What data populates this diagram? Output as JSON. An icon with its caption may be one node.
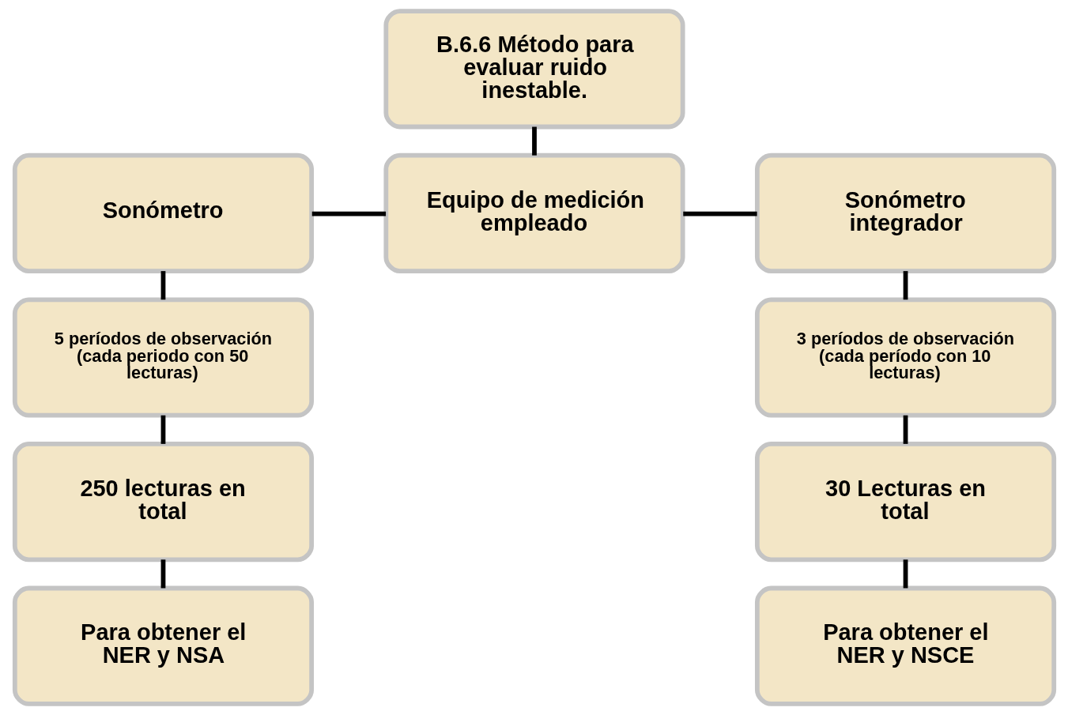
{
  "diagram": {
    "nodes": [
      {
        "text": [
          "B.6.6 Método para evaluar ruido inestable."
        ]
      },
      {
        "text": [
          "Sonómetro"
        ]
      },
      {
        "text": [
          "Equipo de medición empleado"
        ]
      },
      {
        "text": [
          "Sonómetro integrador"
        ]
      },
      {
        "text": [
          "5 períodos de observación (cada periodo con 50 lecturas)"
        ]
      },
      {
        "text": [
          "3 períodos de observación (cada período con 10 lecturas)"
        ]
      },
      {
        "text": [
          "250 lecturas en total"
        ]
      },
      {
        "text": [
          "30 Lecturas en total"
        ]
      },
      {
        "text": [
          "Para obtener el NER y NSA"
        ]
      },
      {
        "text": [
          "Para obtener el NER y NSCE"
        ]
      }
    ],
    "edges": [
      {
        "from": 0,
        "to": 2,
        "arrow": "none"
      },
      {
        "from": 1,
        "to": 2,
        "arrow": "none"
      },
      {
        "from": 2,
        "to": 3,
        "arrow": "none"
      },
      {
        "from": 1,
        "to": 4,
        "arrow": "none"
      },
      {
        "from": 4,
        "to": 6,
        "arrow": "none"
      },
      {
        "from": 6,
        "to": 8,
        "arrow": "none"
      },
      {
        "from": 3,
        "to": 5,
        "arrow": "none"
      },
      {
        "from": 5,
        "to": 7,
        "arrow": "none"
      },
      {
        "from": 7,
        "to": 9,
        "arrow": "none"
      }
    ]
  }
}
